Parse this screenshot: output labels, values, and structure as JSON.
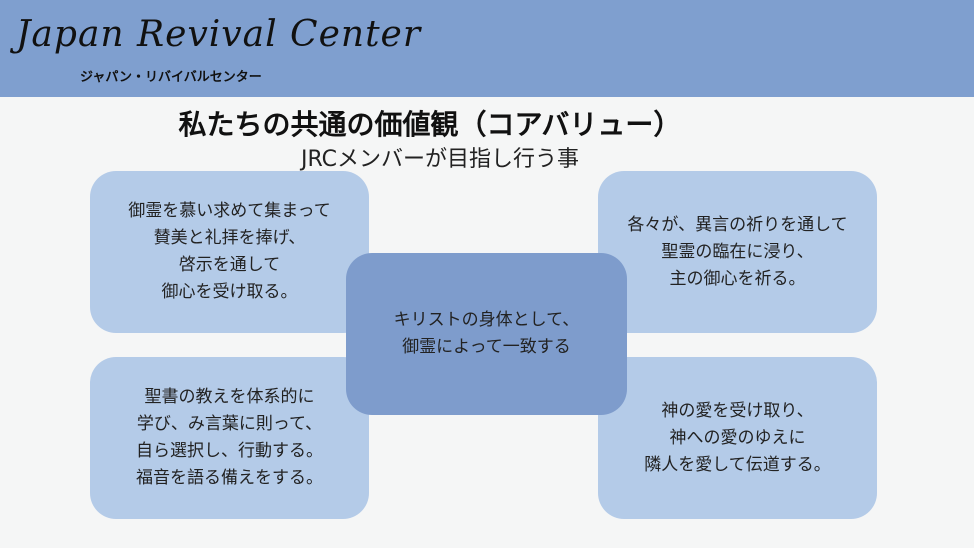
{
  "header": {
    "logo_script": "Japan Revival Center",
    "logo_kana": "ジャパン・リバイバルセンター"
  },
  "title": "私たちの共通の価値観（コアバリュー）",
  "subtitle": "JRCメンバーが目指し行う事",
  "values": {
    "top_left": "御霊を慕い求めて集まって\n賛美と礼拝を捧げ、\n啓示を通して\n御心を受け取る。",
    "top_right": "各々が、異言の祈りを通して\n聖霊の臨在に浸り、\n主の御心を祈る。",
    "center": "キリストの身体として、\n御霊によって一致する",
    "bottom_left": "聖書の教えを体系的に\n学び、み言葉に則って、\n自ら選択し、行動する。\n福音を語る備えをする。",
    "bottom_right": "神の愛を受け取り、\n神への愛のゆえに\n隣人を愛して伝道する。"
  }
}
